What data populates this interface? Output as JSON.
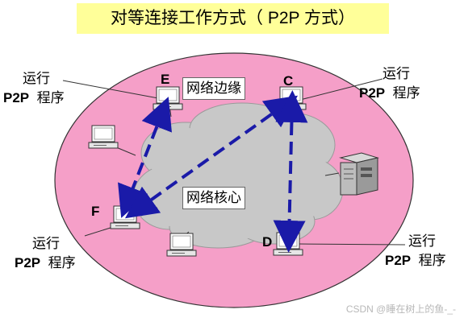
{
  "title": "对等连接工作方式（ P2P 方式）",
  "regions": {
    "edge": "网络边缘",
    "core": "网络核心"
  },
  "nodes": {
    "E": "E",
    "C": "C",
    "F": "F",
    "D": "D"
  },
  "annotation": {
    "line1": "运行",
    "p2p": "P2P",
    "program": "程序"
  },
  "watermark": "CSDN @睡在树上的鱼-_-",
  "colors": {
    "title_bg": "#ffff99",
    "edge_ellipse": "#f59fc8",
    "cloud": "#c8c8c8",
    "arrow": "#1a1aa8"
  }
}
